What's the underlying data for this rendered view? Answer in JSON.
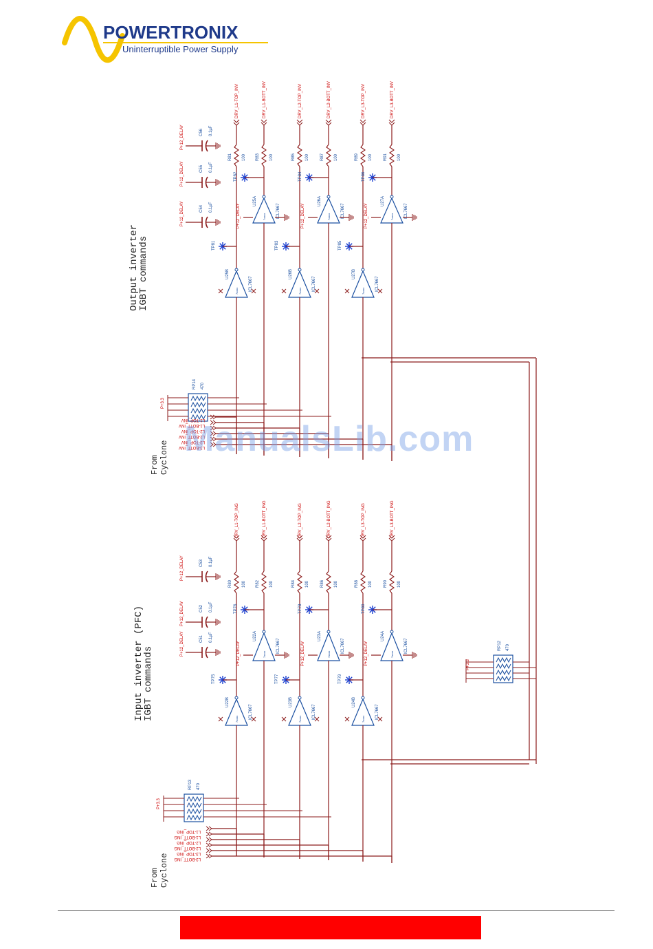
{
  "brand": {
    "name": "POWERTRONIX",
    "tagline": "Uninterruptible Power Supply",
    "logo_color": "#f5c400",
    "name_color": "#1f3a8a"
  },
  "colors": {
    "wire": "#8b1a1a",
    "net": "#cc0000",
    "part": "#1a4fa0",
    "footer": "#ff0000",
    "watermark": "#78a0e6"
  },
  "watermark": "ManualsLib.com",
  "sections": [
    {
      "title": "Output inverter",
      "subtitle": "IGBT commands",
      "from": "From",
      "source": "Cyclone",
      "rp": {
        "ref": "RP14",
        "value": "470",
        "supply": "P+3.3"
      },
      "inputs": [
        "L1-TOP_INV",
        "L1-BOTT_INV",
        "L2-TOP_INV",
        "L2-BOTT_INV",
        "L3-TOP_INV",
        "L3-BOTT_INV"
      ],
      "outputs": [
        "DRV_L1-TOP_INV",
        "DRV_L1-BOTT_INV",
        "DRV_L2-TOP_INV",
        "DRV_L2-BOTT_INV",
        "DRV_L3-TOP_INV",
        "DRV_L3-BOTT_INV"
      ],
      "resistors": [
        {
          "ref": "R81",
          "val": "100"
        },
        {
          "ref": "R83",
          "val": "100"
        },
        {
          "ref": "R85",
          "val": "100"
        },
        {
          "ref": "R87",
          "val": "100"
        },
        {
          "ref": "R89",
          "val": "100"
        },
        {
          "ref": "R91",
          "val": "100"
        }
      ],
      "caps": [
        {
          "ref": "C54",
          "val": "0.1µF",
          "supply": "P+12_DELAY"
        },
        {
          "ref": "C55",
          "val": "0.1µF",
          "supply": "P+12_DELAY"
        },
        {
          "ref": "C56",
          "val": "0.1µF",
          "supply": "P+12_DELAY"
        }
      ],
      "drivers_top": [
        {
          "ref": "U25A",
          "part": "ICL7667",
          "tp": "TP82"
        },
        {
          "ref": "U26A",
          "part": "ICL7667",
          "tp": "TP84"
        },
        {
          "ref": "U27A",
          "part": "ICL7667",
          "tp": "TP86"
        }
      ],
      "drivers_bot": [
        {
          "ref": "U25B",
          "part": "ICL7667",
          "tp": "TP81"
        },
        {
          "ref": "U26B",
          "part": "ICL7667",
          "tp": "TP83"
        },
        {
          "ref": "U27B",
          "part": "ICL7667",
          "tp": "TP85"
        }
      ],
      "supply": "P+12_DELAY"
    },
    {
      "title": "Input inverter (PFC)",
      "subtitle": "IGBT commands",
      "from": "From",
      "source": "Cyclone",
      "rp": {
        "ref": "RP13",
        "value": "470",
        "supply": "P+3.3"
      },
      "inputs": [
        "L1-TOP_ING",
        "L1-BOTT_ING",
        "L2-TOP_ING",
        "L2-BOTT_ING",
        "L3-TOP_ING",
        "L3-BOTT_ING"
      ],
      "outputs": [
        "DRV_L1-TOP_ING",
        "DRV_L1-BOTT_ING",
        "DRV_L2-TOP_ING",
        "DRV_L2-BOTT_ING",
        "DRV_L3-TOP_ING",
        "DRV_L3-BOTT_ING"
      ],
      "resistors": [
        {
          "ref": "R80",
          "val": "100"
        },
        {
          "ref": "R82",
          "val": "100"
        },
        {
          "ref": "R84",
          "val": "100"
        },
        {
          "ref": "R86",
          "val": "100"
        },
        {
          "ref": "R88",
          "val": "100"
        },
        {
          "ref": "R90",
          "val": "100"
        }
      ],
      "caps": [
        {
          "ref": "C51",
          "val": "0.1µF",
          "supply": "P+12_DELAY"
        },
        {
          "ref": "C52",
          "val": "0.1µF",
          "supply": "P+12_DELAY"
        },
        {
          "ref": "C53",
          "val": "0.1µF",
          "supply": "P+12_DELAY"
        }
      ],
      "drivers_top": [
        {
          "ref": "U22A",
          "part": "ICL7667",
          "tp": "TP76"
        },
        {
          "ref": "U23A",
          "part": "ICL7667",
          "tp": "TP78"
        },
        {
          "ref": "U24A",
          "part": "ICL7667",
          "tp": "TP80"
        }
      ],
      "drivers_bot": [
        {
          "ref": "U22B",
          "part": "ICL7667",
          "tp": "TP75"
        },
        {
          "ref": "U23B",
          "part": "ICL7667",
          "tp": "TP77"
        },
        {
          "ref": "U24B",
          "part": "ICL7667",
          "tp": "TP79"
        }
      ],
      "supply": "P+12_DELAY"
    }
  ],
  "rp12": {
    "ref": "RP12",
    "value": "470",
    "supply": "P+3.3"
  }
}
